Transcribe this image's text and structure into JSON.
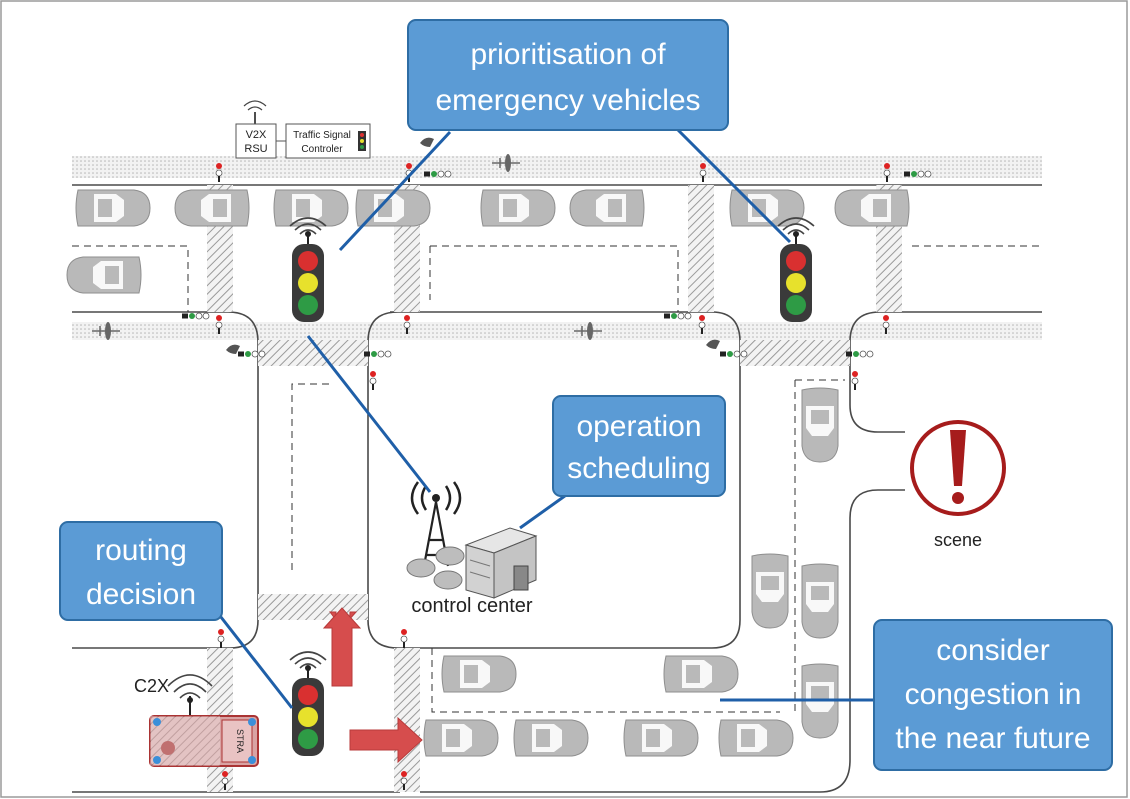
{
  "callouts": {
    "priority": {
      "line1": "prioritisation of",
      "line2": "emergency vehicles"
    },
    "operation": {
      "line1": "operation",
      "line2": "scheduling"
    },
    "routing": {
      "line1": "routing",
      "line2": "decision"
    },
    "congestion": {
      "line1": "consider",
      "line2": "congestion in",
      "line3": "the near future"
    }
  },
  "labels": {
    "scene": "scene",
    "control_center": "control center",
    "c2x": "C2X",
    "v2x_line1": "V2X",
    "v2x_line2": "RSU",
    "tsc_line1": "Traffic Signal",
    "tsc_line2": "Controler",
    "vehicle_text": "STRA"
  },
  "colors": {
    "callout_fill": "#5b9bd5",
    "callout_stroke": "#2e6da4",
    "connector": "#1f5fa8",
    "arrow": "#d64d4d",
    "scene_mark": "#a61c1c",
    "car": "#b9b9b9",
    "hatch": "#9a9a9a"
  },
  "icons": [
    "traffic-light-icon",
    "car-icon",
    "antenna-icon",
    "server-icon",
    "exclamation-icon",
    "bicycle-icon",
    "pedestrian-icon",
    "emergency-vehicle-icon"
  ]
}
